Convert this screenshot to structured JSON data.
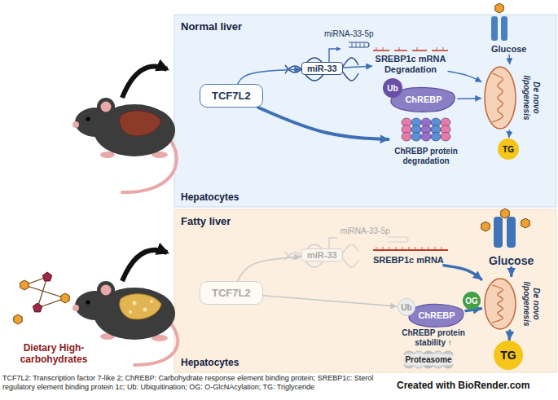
{
  "diagram": {
    "nodes": [
      {
        "text": [
          "Normal liver",
          "Hepatocytes"
        ]
      },
      {
        "text": [
          "TCF7L2"
        ],
        "in": 0
      },
      {
        "text": [
          "miR-33"
        ],
        "in": 0
      },
      {
        "text": [
          "SREBP1c mRNA Degradation"
        ],
        "in": 0
      },
      {
        "text": [
          "Ub"
        ],
        "in": 0
      },
      {
        "text": [
          "ChREBP"
        ],
        "in": 0
      },
      {
        "text": [
          "ChREBP protein degradation"
        ],
        "in": 0
      },
      {
        "text": [
          "Glucose"
        ],
        "in": 0
      },
      {
        "text": [
          "De novo lipogenesis"
        ],
        "in": 0
      },
      {
        "text": [
          "TG"
        ],
        "in": 0
      },
      {
        "text": [
          "Fatty liver",
          "Hepatocytes"
        ]
      },
      {
        "text": [
          "TCF7L2"
        ],
        "in": 10
      },
      {
        "text": [
          "miR-33"
        ],
        "in": 10
      },
      {
        "text": [
          "SREBP1c mRNA"
        ],
        "in": 10
      },
      {
        "text": [
          "Ub"
        ],
        "in": 10
      },
      {
        "text": [
          "ChREBP"
        ],
        "in": 10
      },
      {
        "text": [
          "OG"
        ],
        "in": 10
      },
      {
        "text": [
          "Proteasome"
        ],
        "in": 10
      },
      {
        "text": [
          "Glucose"
        ],
        "in": 10
      },
      {
        "text": [
          "De novo lipogenesis"
        ],
        "in": 10
      },
      {
        "text": [
          "TG"
        ],
        "in": 10
      }
    ],
    "edges": [
      {
        "from": 1,
        "to": 2,
        "arrow": "to"
      },
      {
        "from": 1,
        "to": 6,
        "arrow": "to"
      },
      {
        "from": 2,
        "to": 3,
        "arrow": "to"
      },
      {
        "from": 3,
        "to": 8,
        "arrow": "to"
      },
      {
        "from": 5,
        "to": 8,
        "arrow": "to"
      },
      {
        "from": 7,
        "to": 8,
        "arrow": "to"
      },
      {
        "from": 8,
        "to": 9,
        "arrow": "to"
      },
      {
        "from": 11,
        "to": 12,
        "arrow": "to"
      },
      {
        "from": 11,
        "to": 14,
        "arrow": "to"
      },
      {
        "from": 13,
        "to": 19,
        "arrow": "to"
      },
      {
        "from": 15,
        "to": 19,
        "arrow": "to"
      },
      {
        "from": 18,
        "to": 19,
        "arrow": "to"
      },
      {
        "from": 19,
        "to": 20,
        "arrow": "to"
      }
    ],
    "labels": [
      "miRNA-33-5p",
      "miRNA-33-5p",
      "ChREBP protein stability ↑",
      "Dietary High-carbohydrates",
      "TCF7L2: Transcription factor 7-like 2; ChREBP: Carbohydrate response element binding protein; SREBP1c: Sterol regulatory element binding protein 1c; Ub: Ubiquitination; OG: O-GlcNAcylation; TG: Triglyceride",
      "Created with BioRender.com"
    ]
  }
}
